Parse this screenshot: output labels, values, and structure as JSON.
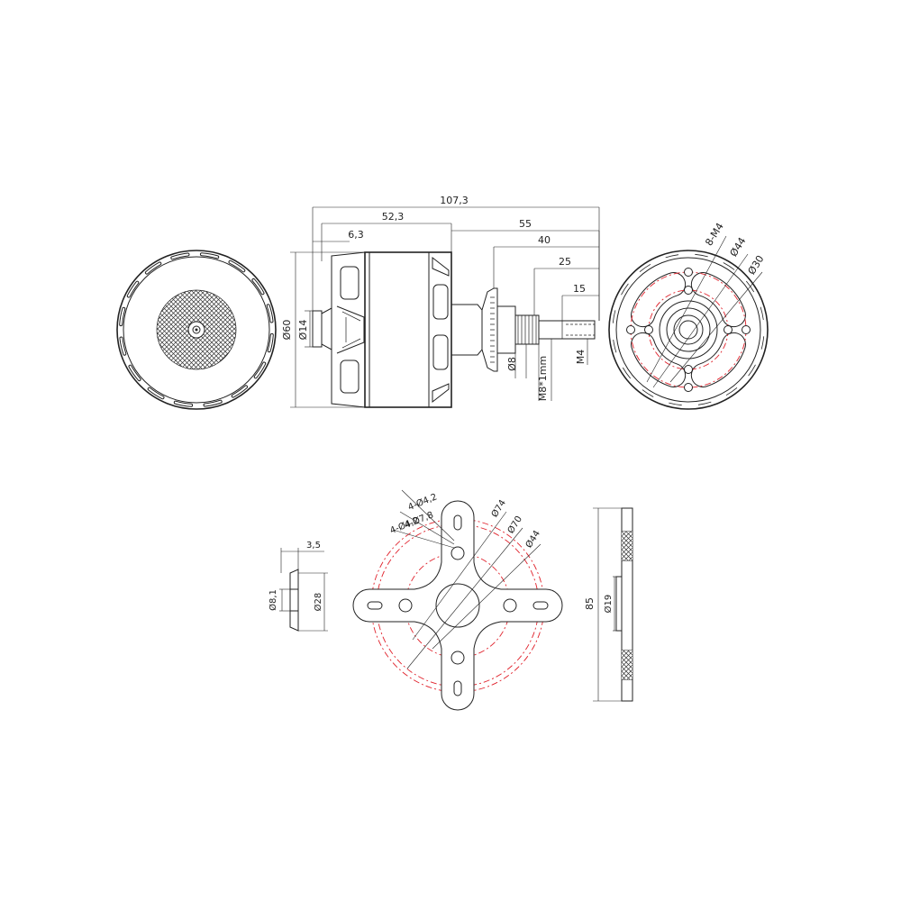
{
  "colors": {
    "line": "#222222",
    "center_line": "#e0202a",
    "background": "#ffffff"
  },
  "motor": {
    "dims": {
      "overall_length": "107,3",
      "body_length": "52,3",
      "rear_boss": "6,3",
      "shaft_from_body": "55",
      "shaft_40": "40",
      "shaft_25": "25",
      "thread_15": "15",
      "body_diameter": "Ø60",
      "rear_diameter": "Ø14",
      "shaft_diameter": "Ø8",
      "thread_m4": "M4",
      "prop_thread": "M8*1mm"
    },
    "front": {
      "holes": "8-M4",
      "d44": "Ø44",
      "d30": "Ø30"
    }
  },
  "mount": {
    "holes_42": "4-Ø4,2",
    "holes_78": "4-Ø7,8",
    "holes_42b": "4-Ø4,2",
    "d74": "Ø74",
    "d70": "Ø70",
    "d44": "Ø44",
    "height": "85",
    "bore": "Ø19"
  },
  "adapter": {
    "thickness": "3,5",
    "bore": "Ø8,1",
    "outer": "Ø28"
  }
}
